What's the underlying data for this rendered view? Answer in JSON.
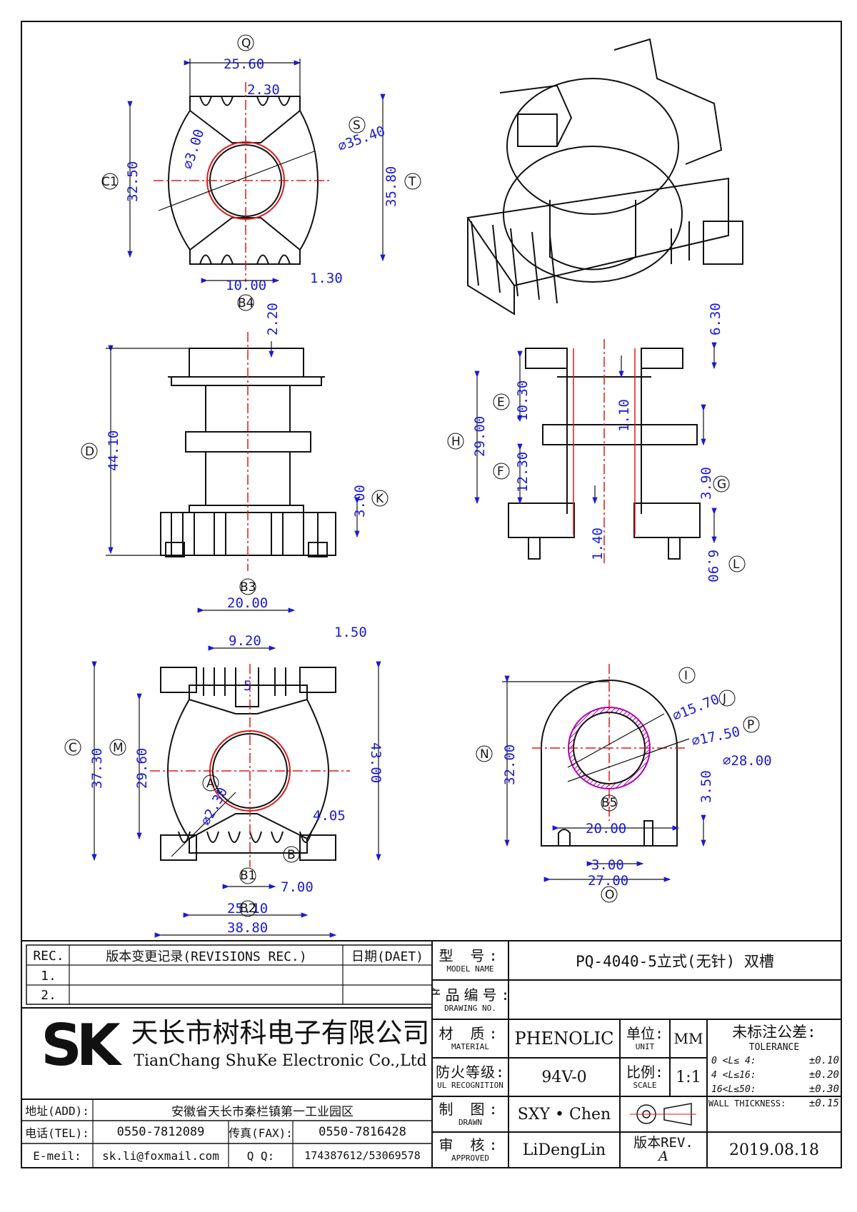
{
  "views": {
    "top": {
      "markers": {
        "q": "Q",
        "s": "S",
        "c1": "C1",
        "t": "T",
        "b4": "B4"
      },
      "dims": {
        "width": "25.60",
        "slot": "2.30",
        "hole": "⌀3.00",
        "outer": "⌀35.40",
        "height_left": "32.50",
        "height_right": "35.80",
        "pitch": "10.00",
        "pin": "1.30"
      }
    },
    "front": {
      "markers": {
        "d": "D",
        "k": "K",
        "b3": "B3"
      },
      "dims": {
        "top": "2.20",
        "total": "44.10",
        "base": "3.00"
      }
    },
    "section": {
      "markers": {
        "e": "E",
        "h": "H",
        "f": "F",
        "g": "G",
        "l": "L"
      },
      "dims": {
        "flange": "6.30",
        "upper": "10.30",
        "wall": "1.10",
        "full": "29.00",
        "lower": "12.30",
        "mid": "3.90",
        "bottom": "1.40",
        "pin": "6.90"
      }
    },
    "bottom": {
      "markers": {
        "c": "C",
        "m": "M",
        "a": "A",
        "b": "B",
        "b1": "B1",
        "b2": "B2"
      },
      "dims": {
        "span": "20.00",
        "inner": "9.20",
        "slot": "1.50",
        "tab": "5",
        "left_h": "37.30",
        "mid_h": "29.60",
        "hole": "⌀2.30",
        "offset": "4.05",
        "right_h": "43.00",
        "pitch": "7.00",
        "rows": "25.10",
        "total": "38.80"
      }
    },
    "side": {
      "markers": {
        "i": "I",
        "j": "J",
        "p": "P",
        "n": "N",
        "b5": "B5",
        "o": "O"
      },
      "dims": {
        "bore": "⌀15.70",
        "outer_bore": "⌀17.50",
        "body": "⌀28.00",
        "height": "32.00",
        "notch": "3.50",
        "notch_span": "20.00",
        "notch_w": "3.00",
        "width": "27.00"
      }
    }
  },
  "revisions": {
    "rec_header": "REC.",
    "desc_header": "版本变更记录(REVISIONS REC.)",
    "date_header": "日期(DAET)",
    "rows": [
      "1.",
      "2."
    ]
  },
  "company": {
    "logo": "SK",
    "name_zh": "天长市树科电子有限公司",
    "name_en": "TianChang ShuKe Electronic Co.,Ltd"
  },
  "contact": {
    "addr_label": "地址(ADD):",
    "addr": "安徽省天长市秦栏镇第一工业园区",
    "tel_label": "电话(TEL):",
    "tel": "0550-7812089",
    "fax_label": "传真(FAX):",
    "fax": "0550-7816428",
    "mail_label": "E-meil:",
    "mail": "sk.li@foxmail.com",
    "qq_label": "Q Q:",
    "qq": "174387612/53069578"
  },
  "fields": {
    "model_zh": "型 号:",
    "model_en": "MODEL NAME",
    "model": "PQ-4040-5立式(无针) 双槽",
    "drawing_zh": "产品编号:",
    "drawing_en": "DRAWING NO.",
    "material_zh": "材 质:",
    "material_en": "MATERIAL",
    "material": "PHENOLIC",
    "unit_zh": "单位:",
    "unit_en": "UNIT",
    "unit": "MM",
    "fire_zh": "防火等级:",
    "fire_en": "UL RECOGNITION",
    "fire": "94V-0",
    "scale_zh": "比例:",
    "scale_en": "SCALE",
    "scale": "1:1",
    "drawn_zh": "制 图:",
    "drawn_en": "DRAWN",
    "drawn": "SXY • Chen",
    "approved_zh": "审 核:",
    "approved_en": "APPROVED",
    "approved": "LiDengLin",
    "rev_zh": "版本REV.",
    "rev": "A",
    "date": "2019.08.18"
  },
  "tolerance": {
    "title": "未标注公差:",
    "subtitle": "TOLERANCE",
    "rows": [
      {
        "range": "0 <L≤ 4:",
        "value": "±0.10"
      },
      {
        "range": "4 <L≤16:",
        "value": "±0.20"
      },
      {
        "range": "16<L≤50:",
        "value": "±0.30"
      },
      {
        "range": "WALL THICKNESS:",
        "value": "±0.15"
      }
    ]
  },
  "colors": {
    "dimension": "#1a1ad6",
    "centerline": "#e01818",
    "outline": "#111111",
    "hatch": "#b000b0"
  }
}
